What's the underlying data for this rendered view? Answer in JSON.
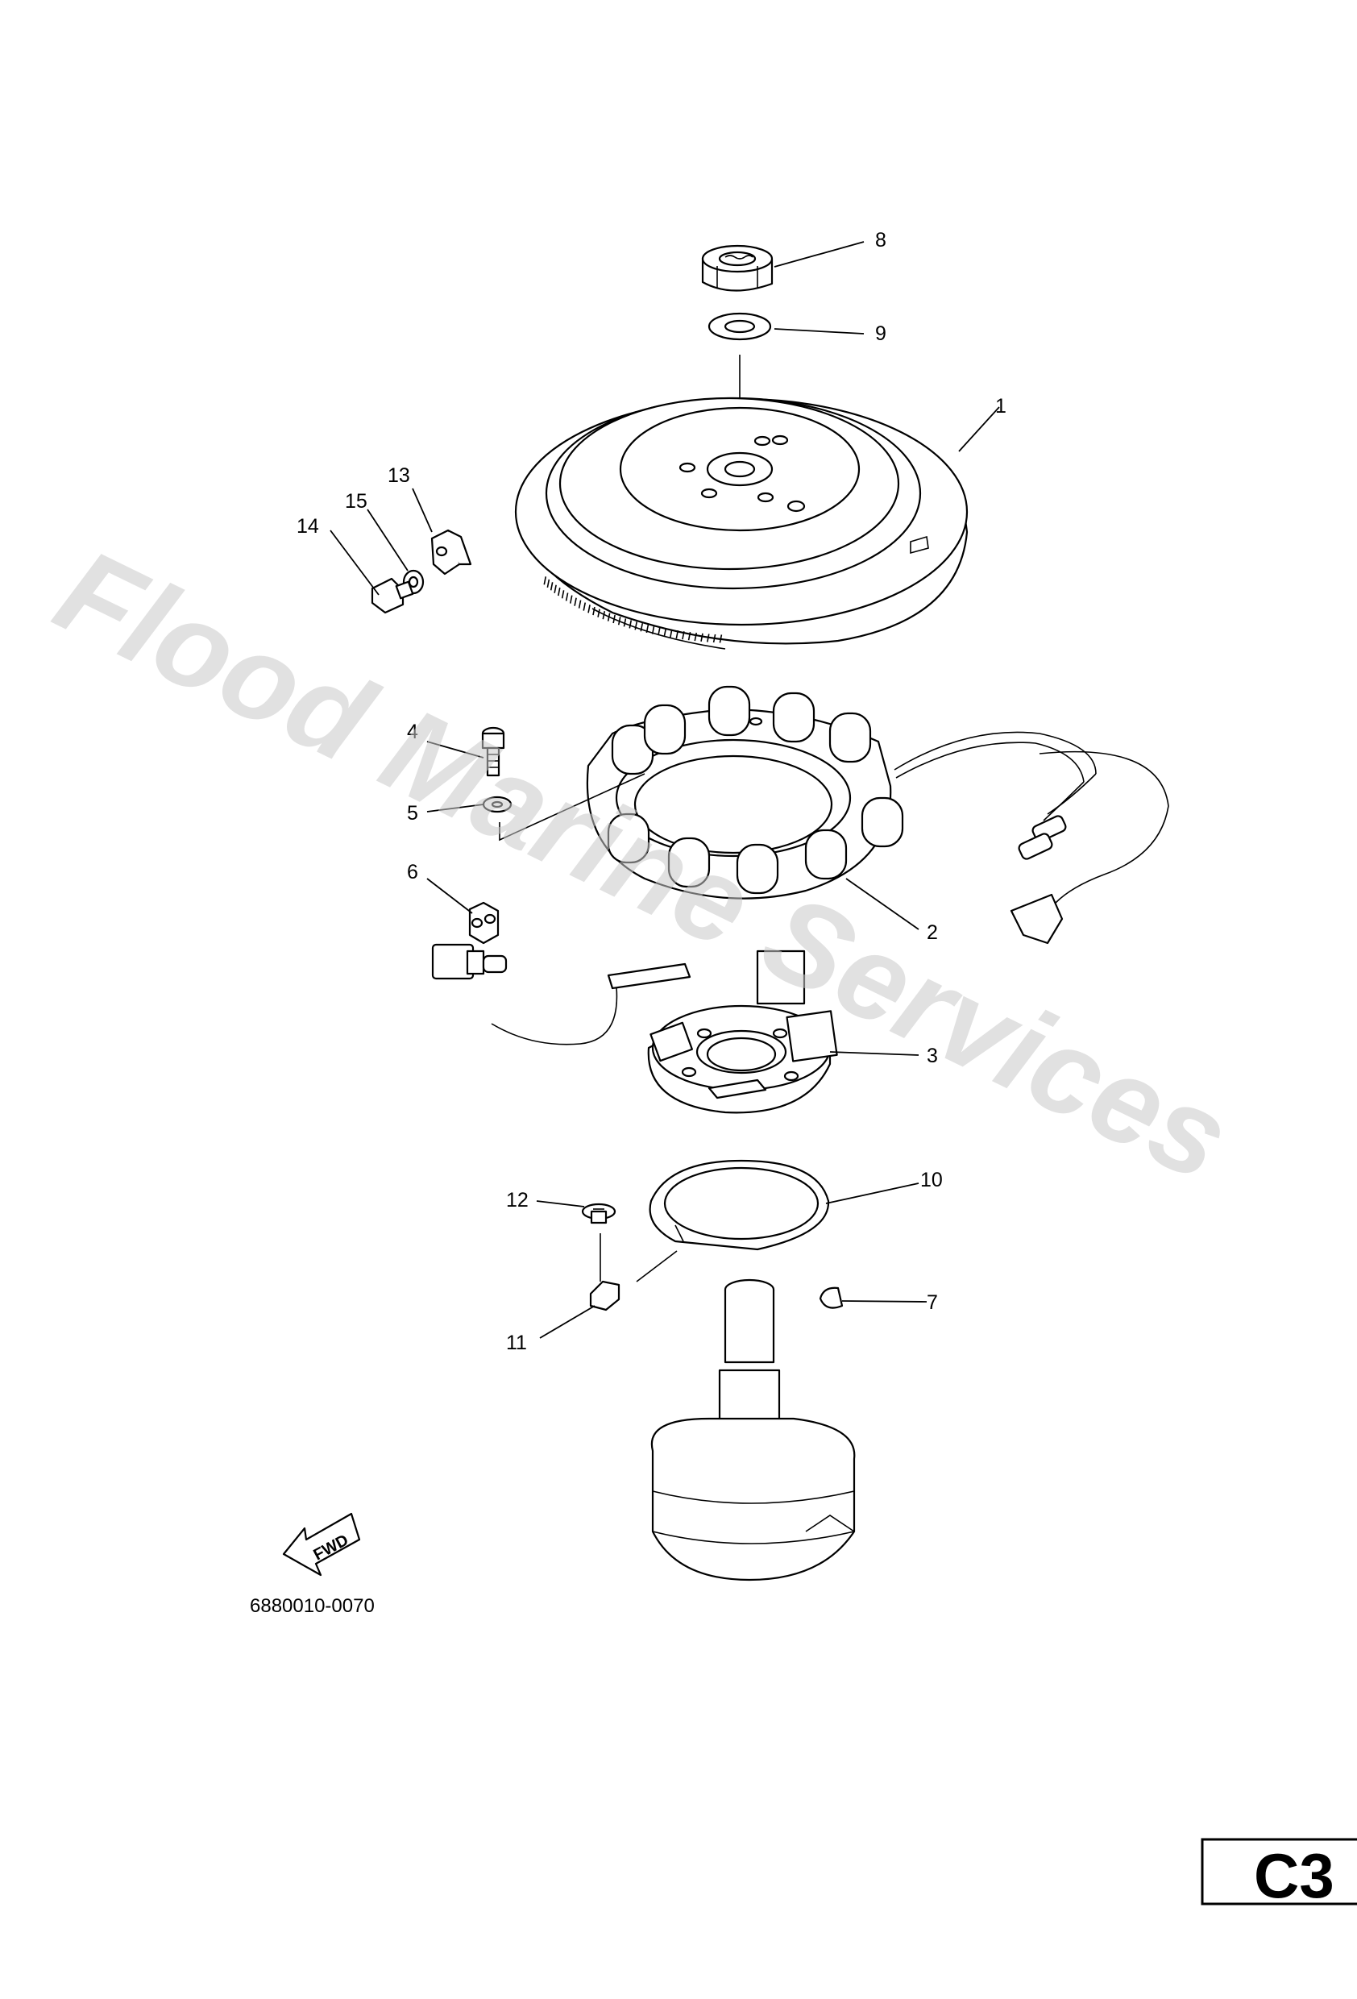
{
  "watermark": "Flood Marine Services",
  "fwd_label": "FWD",
  "diagram_number": "6880010-0070",
  "page_code": "C3",
  "callouts": {
    "c1": "1",
    "c2": "2",
    "c3": "3",
    "c4": "4",
    "c5": "5",
    "c6": "6",
    "c7": "7",
    "c8": "8",
    "c9": "9",
    "c10": "10",
    "c11": "11",
    "c12": "12",
    "c13": "13",
    "c14": "14",
    "c15": "15"
  },
  "parts": [
    {
      "ref": "1",
      "icon": "flywheel-icon"
    },
    {
      "ref": "2",
      "icon": "stator-coil-icon"
    },
    {
      "ref": "3",
      "icon": "pulser-coil-icon"
    },
    {
      "ref": "4",
      "icon": "bolt-icon"
    },
    {
      "ref": "5",
      "icon": "washer-icon"
    },
    {
      "ref": "6",
      "icon": "clamp-icon"
    },
    {
      "ref": "7",
      "icon": "woodruff-key-icon"
    },
    {
      "ref": "8",
      "icon": "nut-icon"
    },
    {
      "ref": "9",
      "icon": "washer-icon"
    },
    {
      "ref": "10",
      "icon": "ring-icon"
    },
    {
      "ref": "11",
      "icon": "clamp-icon"
    },
    {
      "ref": "12",
      "icon": "screw-icon"
    },
    {
      "ref": "13",
      "icon": "clamp-icon"
    },
    {
      "ref": "14",
      "icon": "bolt-icon"
    },
    {
      "ref": "15",
      "icon": "washer-icon"
    }
  ]
}
